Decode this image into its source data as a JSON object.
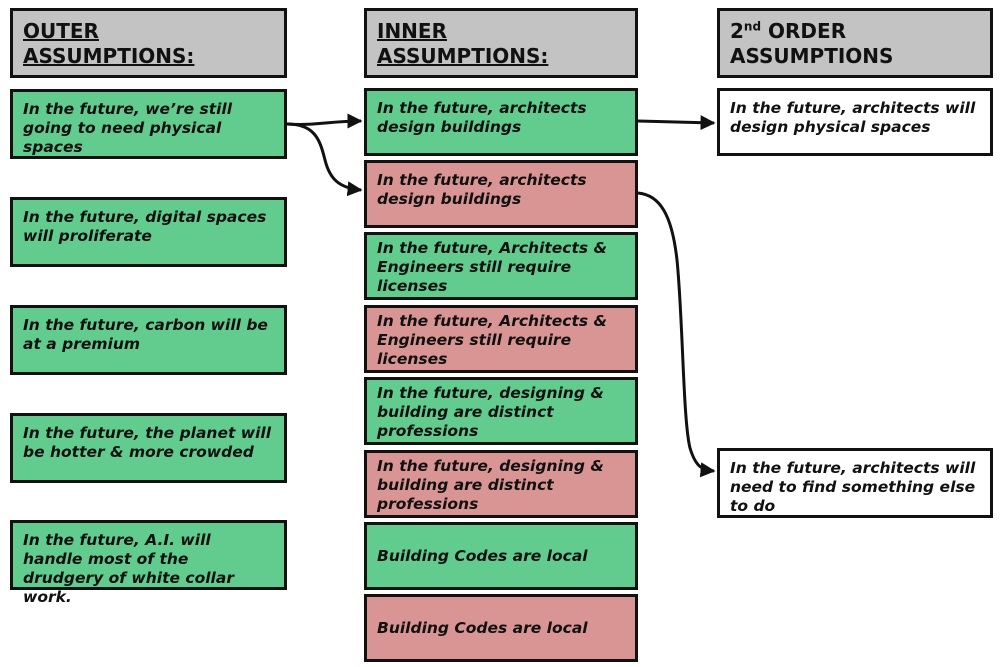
{
  "headers": {
    "outer_line1": "OUTER",
    "outer_line2": "ASSUMPTIONS:",
    "inner_line1": "INNER",
    "inner_line2": "ASSUMPTIONS:",
    "second_base": "2",
    "second_sup": "nd",
    "second_rest": " ORDER",
    "second_line2": "ASSUMPTIONS"
  },
  "outer": [
    "In the future, we’re still going to need physical spaces",
    "In the future, digital spaces will proliferate",
    "In the future, carbon will be at a premium",
    "In the future, the planet will be hotter & more crowded",
    "In the future, A.I. will handle most of the drudgery of white collar work."
  ],
  "inner": [
    {
      "text": "In the future, architects design buildings",
      "status": "valid",
      "color": "#62cc8f"
    },
    {
      "text": "In the future, architects design buildings",
      "status": "invalid",
      "color": "#d99593"
    },
    {
      "text": "In the future, Architects & Engineers still require licenses",
      "status": "valid",
      "color": "#62cc8f"
    },
    {
      "text": "In the future, Architects & Engineers still require licenses",
      "status": "invalid",
      "color": "#d99593"
    },
    {
      "text": "In the future, designing & building are distinct professions",
      "status": "valid",
      "color": "#62cc8f"
    },
    {
      "text": "In the future, designing & building are distinct professions",
      "status": "invalid",
      "color": "#d99593"
    },
    {
      "text": "Building Codes are local",
      "status": "valid",
      "color": "#62cc8f"
    },
    {
      "text": "Building Codes are local",
      "status": "invalid",
      "color": "#d99593"
    }
  ],
  "second": [
    "In the future, architects will design physical spaces",
    "In the future, architects will need to find something else to do"
  ],
  "colors": {
    "header": "#c3c3c3",
    "valid": "#62cc8f",
    "invalid": "#d99593",
    "border": "#111111"
  }
}
